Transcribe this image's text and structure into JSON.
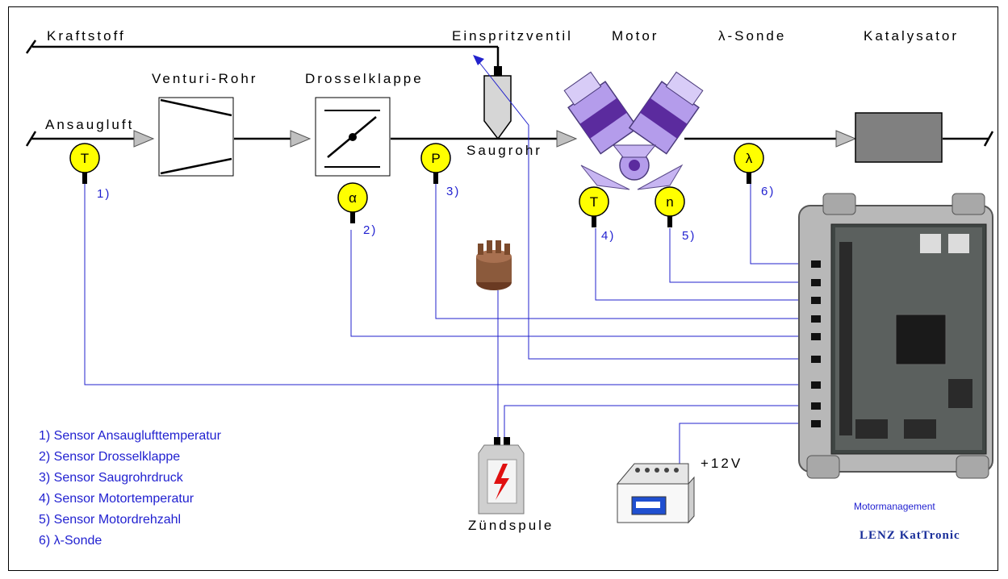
{
  "labels": {
    "kraftstoff": "Kraftstoff",
    "einspritzventil": "Einspritzventil",
    "motor": "Motor",
    "lambda_sonde": "λ-Sonde",
    "katalysator": "Katalysator",
    "venturi_rohr": "Venturi-Rohr",
    "drosselklappe": "Drosselklappe",
    "ansaugluft": "Ansaugluft",
    "saugrohr": "Saugrohr",
    "zuendspule": "Zündspule",
    "plus12v": "+12V",
    "motormanagement": "Motormanagement",
    "brand": "LENZ KatTronic"
  },
  "sensors": [
    {
      "symbol": "T",
      "number": "1)"
    },
    {
      "symbol": "α",
      "number": "2)"
    },
    {
      "symbol": "P",
      "number": "3)"
    },
    {
      "symbol": "T",
      "number": "4)"
    },
    {
      "symbol": "n",
      "number": "5)"
    },
    {
      "symbol": "λ",
      "number": "6)"
    }
  ],
  "legend": [
    "1) Sensor Ansauglufttemperatur",
    "2) Sensor Drosselklappe",
    "3) Sensor Saugrohrdruck",
    "4) Sensor Motortemperatur",
    "5) Sensor Motordrehzahl",
    "6) λ-Sonde"
  ],
  "colors": {
    "sensor_fill": "#ffff00",
    "wire": "#2222cc",
    "catalyst": "#808080",
    "engine": "#a98ee0",
    "ecu": "#5b5f5d"
  }
}
